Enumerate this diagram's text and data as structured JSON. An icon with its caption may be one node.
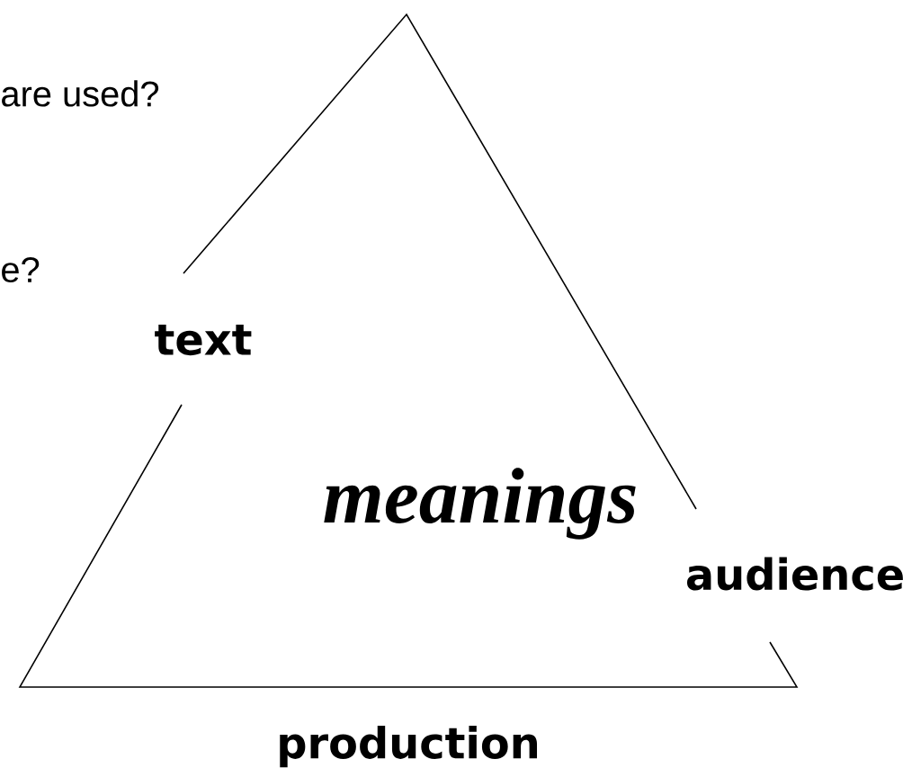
{
  "diagram": {
    "nodes": [
      {
        "text": [
          "meanings"
        ]
      }
    ],
    "labels": [
      "are used?",
      "e?",
      "text",
      "audience",
      "production"
    ]
  }
}
